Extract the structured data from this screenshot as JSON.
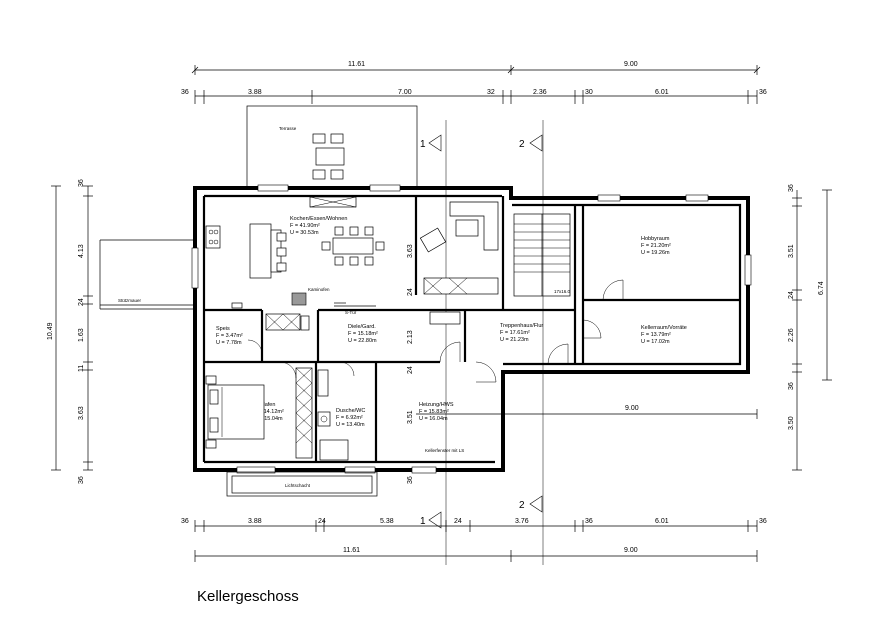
{
  "title": "Kellergeschoss",
  "rooms": {
    "terrasse": "Terrasse",
    "kochen": "Kochen/Essen/Wohnen",
    "kochen_f": "F = 41.90m²",
    "kochen_u": "U = 30.53m",
    "kamin": "Kaminofen",
    "schiebetuer": "S-Tür",
    "stuetzmauer": "Stützmauer",
    "speis": "Speis",
    "speis_f": "F = 3.47m²",
    "speis_u": "U = 7.78m",
    "diele": "Diele/Gard.",
    "diele_f": "F = 15.18m²",
    "diele_u": "U = 22.80m",
    "treppen": "Treppenhaus/Flur",
    "treppen_f": "F = 17.61m²",
    "treppen_u": "U = 21.23m",
    "hobby": "Hobbyraum",
    "hobby_f": "F = 21.20m²",
    "hobby_u": "U = 19.26m",
    "keller": "Kellerraum/Vorräte",
    "keller_f": "F = 13.79m²",
    "keller_u": "U = 17.02m",
    "schlafen": "Schlafen",
    "schlafen_f": "F = 14.12m²",
    "schlafen_u": "U = 15.04m",
    "dusche": "Dusche/WC",
    "dusche_f": "F = 6.92m²",
    "dusche_u": "U = 13.40m",
    "heizung": "Heizung/HWS",
    "heizung_f": "F = 15.83m²",
    "heizung_u": "U = 16.04m",
    "kellerfenster": "Kellerfenster mit LS",
    "lichtschacht": "Lichtschacht",
    "stair_note": "17x16.0"
  },
  "dims": {
    "top_total_left": "11.61",
    "top_total_right": "9.00",
    "top_a": "36",
    "top_b": "3.88",
    "top_c": "7.00",
    "top_d": "32",
    "top_e": "2.36",
    "top_f": "30",
    "top_g": "6.01",
    "top_h": "36",
    "bot_a": "36",
    "bot_b": "3.88",
    "bot_c": "24",
    "bot_d": "5.38",
    "bot_e": "24",
    "bot_f": "3.76",
    "bot_g": "36",
    "bot_h": "6.01",
    "bot_i": "36",
    "bot_total_left": "11.61",
    "bot_total_right": "9.00",
    "left_total": "10.49",
    "left_a": "36",
    "left_b": "4.13",
    "left_c": "24",
    "left_d": "1.63",
    "left_e": "11",
    "left_f": "3.63",
    "left_g": "36",
    "right_total": "6.74",
    "right_a": "36",
    "right_b": "3.51",
    "right_c": "24",
    "right_d": "2.26",
    "right_e": "36",
    "right_f": "3.50",
    "inner_1": "3.63",
    "inner_2": "24",
    "inner_3": "2.13",
    "inner_4": "24",
    "inner_5": "3.51",
    "inner_6": "36",
    "inner_mid": "9.00"
  },
  "sections": {
    "s1_top": "1",
    "s2_top": "2",
    "s1_bot": "1",
    "s2_bot": "2"
  }
}
